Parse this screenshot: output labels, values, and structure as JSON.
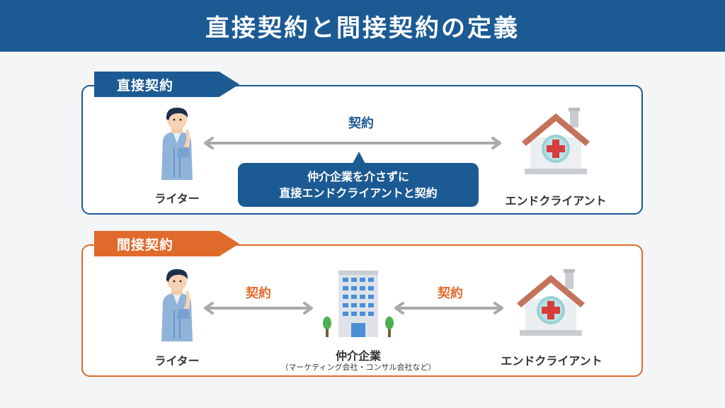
{
  "title": "直接契約と間接契約の定義",
  "direct": {
    "tag": "直接契約",
    "contract_label": "契約",
    "bubble_line1": "仲介企業を介さずに",
    "bubble_line2": "直接エンドクライアントと契約",
    "writer_label": "ライター",
    "client_label": "エンドクライアント"
  },
  "indirect": {
    "tag": "間接契約",
    "contract_label_left": "契約",
    "contract_label_right": "契約",
    "writer_label": "ライター",
    "agency_label": "仲介企業",
    "agency_sublabel": "（マーケティング会社・コンサル会社など）",
    "client_label": "エンドクライアント"
  },
  "colors": {
    "blue": "#1c5a94",
    "orange": "#e06a2c",
    "arrow": "#a9a9a9"
  },
  "icons": [
    "writer-person-icon",
    "hospital-house-icon",
    "office-building-icon",
    "double-arrow-icon"
  ]
}
